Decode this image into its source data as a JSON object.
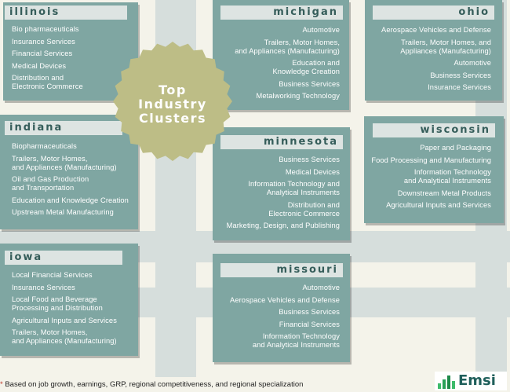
{
  "center_badge": {
    "lines": [
      "Top",
      "Industry",
      "Clusters"
    ],
    "color": "#bdbd86"
  },
  "states": [
    {
      "name": "illinois",
      "items": [
        "Bio pharmaceuticals",
        "Insurance Services",
        "Financial Services",
        "Medical Devices",
        "Distribution and\nElectronic Commerce"
      ]
    },
    {
      "name": "michigan",
      "items": [
        "Automotive",
        "Trailers, Motor Homes,\nand Appliances (Manufacturing)",
        "Education and\nKnowledge Creation",
        "Business Services",
        "Metalworking Technology"
      ]
    },
    {
      "name": "ohio",
      "items": [
        "Aerospace Vehicles and Defense",
        "Trailers, Motor Homes, and\nAppliances (Manufacturing)",
        "Automotive",
        "Business Services",
        "Insurance Services"
      ]
    },
    {
      "name": "indiana",
      "items": [
        "Biopharmaceuticals",
        "Trailers, Motor Homes,\nand Appliances (Manufacturing)",
        "Oil and Gas Production\nand Transportation",
        "Education and Knowledge Creation",
        "Upstream Metal Manufacturing"
      ]
    },
    {
      "name": "minnesota",
      "items": [
        "Business Services",
        "Medical Devices",
        "Information Technology and\nAnalytical Instruments",
        "Distribution and\nElectronic Commerce",
        "Marketing, Design, and Publishing"
      ]
    },
    {
      "name": "wisconsin",
      "items": [
        "Paper and Packaging",
        "Food Processing and Manufacturing",
        "Information Technology\nand Analytical Instruments",
        "Downstream Metal Products",
        "Agricultural Inputs and Services"
      ]
    },
    {
      "name": "iowa",
      "items": [
        "Local Financial Services",
        "Insurance Services",
        "Local Food and Beverage\nProcessing and Distribution",
        "Agricultural Inputs and Services",
        "Trailers, Motor Homes,\nand Appliances (Manufacturing)"
      ]
    },
    {
      "name": "missouri",
      "items": [
        "Automotive",
        "Aerospace Vehicles and Defense",
        "Business Services",
        "Financial Services",
        "Information Technology\nand Analytical Instruments"
      ]
    }
  ],
  "footnote": {
    "marker": "*",
    "text": "Based on job growth, earnings, GRP, regional competitiveness, and regional specialization"
  },
  "logo": {
    "text": "Emsi"
  },
  "colors": {
    "panel": "#7fa6a2",
    "title_bar": "#dde4e2",
    "title_text": "#355d5a",
    "background": "#f4f3ea"
  }
}
